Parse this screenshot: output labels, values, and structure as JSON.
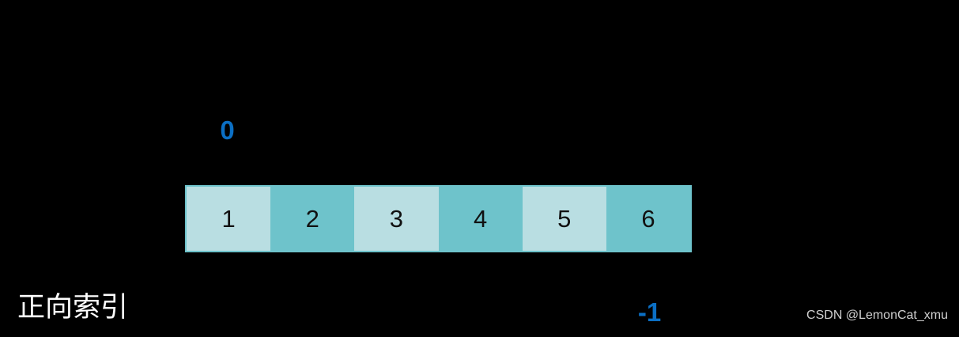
{
  "diagram": {
    "caption": "正向索引",
    "start_index_label": "0",
    "end_index_label": "-1",
    "watermark": "CSDN @LemonCat_xmu",
    "colors": {
      "background": "#000000",
      "cell_light": "#b9dee2",
      "cell_dark": "#6ec3cb",
      "cell_border": "#6ec3cb",
      "index_text": "#0b6fc4",
      "cell_text": "#111111",
      "caption_text": "#ffffff",
      "watermark_text": "#cfcfcf"
    },
    "cells": [
      {
        "value": "1",
        "shade": "light"
      },
      {
        "value": "2",
        "shade": "dark"
      },
      {
        "value": "3",
        "shade": "light"
      },
      {
        "value": "4",
        "shade": "dark"
      },
      {
        "value": "5",
        "shade": "light"
      },
      {
        "value": "6",
        "shade": "dark"
      }
    ]
  }
}
